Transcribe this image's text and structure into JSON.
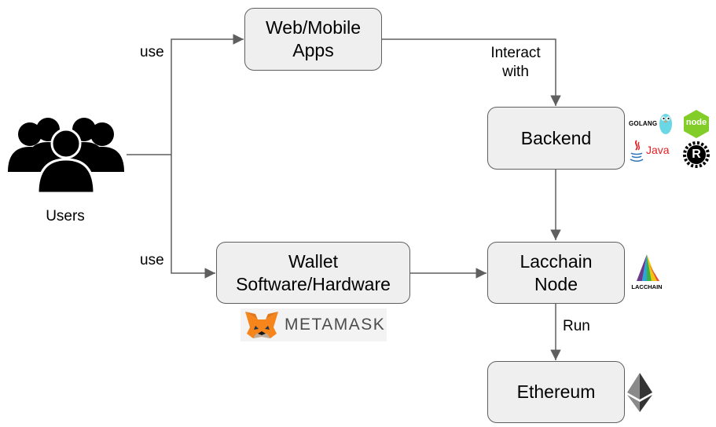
{
  "nodes": {
    "web_mobile": {
      "line1": "Web/Mobile",
      "line2": "Apps"
    },
    "backend": {
      "label": "Backend"
    },
    "wallet": {
      "line1": "Wallet",
      "line2": "Software/Hardware"
    },
    "lacchain": {
      "line1": "Lacchain",
      "line2": "Node"
    },
    "ethereum": {
      "label": "Ethereum"
    }
  },
  "edges": {
    "use_top": "use",
    "use_bottom": "use",
    "interact_line1": "Interact",
    "interact_line2": "with",
    "run": "Run"
  },
  "users": {
    "label": "Users"
  },
  "logos": {
    "golang": "GOLANG",
    "java": "Java",
    "node": "node",
    "rust": "R",
    "lacchain": "LACCHAIN",
    "metamask": "METAMASK"
  },
  "icons": [
    "users-group-icon",
    "golang-gopher-icon",
    "java-icon",
    "nodejs-icon",
    "rust-icon",
    "lacchain-icon",
    "metamask-fox-icon",
    "ethereum-icon"
  ],
  "colors": {
    "node_fill": "#efefef",
    "node_border": "#5f5f5f",
    "edge": "#5f5f5f",
    "java_red": "#e51f24",
    "java_blue": "#3175b7",
    "node_green": "#83cd29",
    "metamask_orange": "#f6851b",
    "ethereum_dark": "#343434"
  }
}
